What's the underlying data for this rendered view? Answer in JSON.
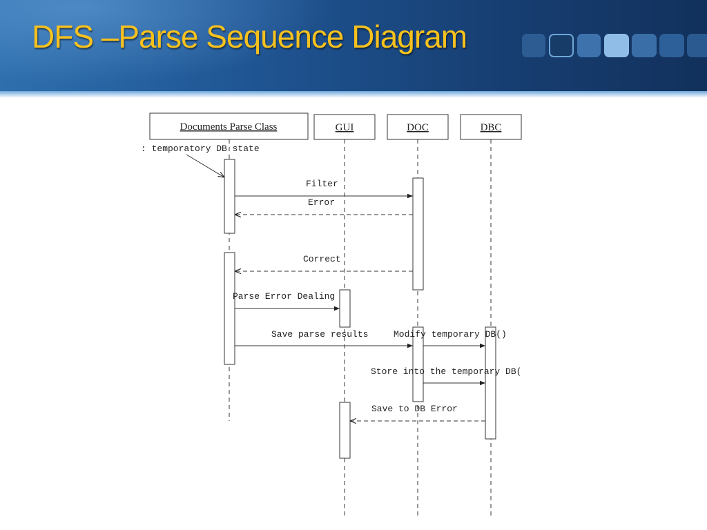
{
  "slide": {
    "title": "DFS –Parse Sequence Diagram"
  },
  "diagram": {
    "lifelines": {
      "parse_class": "Documents Parse Class",
      "gui": "GUI",
      "doc": "DOC",
      "dbc": "DBC"
    },
    "note": ": temporatory DB state",
    "messages": {
      "filter": "Filter",
      "error": "Error",
      "correct": "Correct",
      "parse_error_dealing": "Parse Error Dealing",
      "save_parse_results": "Save parse results",
      "modify_temporary_db": "Modify temporary DB()",
      "store_into_temporary_db": "Store into the temporary DB(",
      "save_to_db_error": "Save to DB Error"
    }
  },
  "colors": {
    "title": "#f7c11e",
    "header_dark": "#12315c",
    "header_light": "#2f6fae",
    "line": "#333333"
  }
}
